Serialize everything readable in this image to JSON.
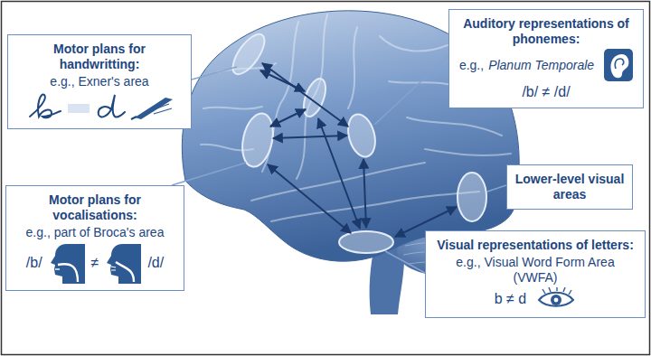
{
  "diagram": {
    "nodes": [
      {
        "text": [
          "Motor plans for handwritting:",
          "e.g., Exner's area"
        ]
      },
      {
        "text": [
          "Auditory representations of phonemes:",
          "e.g.,",
          "Planum Temporale",
          "/b/ ≠ /d/"
        ]
      },
      {
        "text": [
          "Motor plans for vocalisations:",
          "e.g., part of Broca's area",
          "/b/",
          "≠",
          "/d/"
        ]
      },
      {
        "text": [
          "Lower-level visual areas"
        ]
      },
      {
        "text": [
          "Visual representations of letters:",
          "e.g., Visual Word Form Area (VWFA)",
          "b ≠ d"
        ]
      }
    ]
  }
}
